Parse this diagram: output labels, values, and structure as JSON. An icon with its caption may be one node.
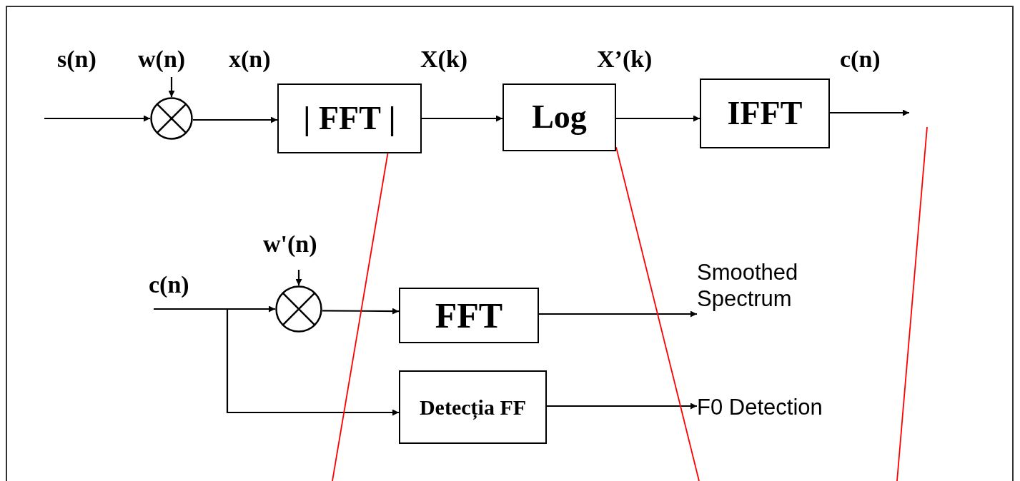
{
  "diagram": {
    "nodes": [
      {
        "text": [],
        "shape": "circle"
      },
      {
        "text": [
          "| FFT |"
        ]
      },
      {
        "text": [
          "Log"
        ]
      },
      {
        "text": [
          "IFFT"
        ]
      },
      {
        "text": [],
        "shape": "circle"
      },
      {
        "text": [
          "FFT"
        ]
      },
      {
        "text": [
          "Detecția FF"
        ]
      },
      {
        "text": [
          "Smoothed Spectrum"
        ]
      },
      {
        "text": [
          "F0 Detection"
        ]
      }
    ],
    "edges": [
      {
        "from": null,
        "to": 0,
        "arrow": "to",
        "label": "s(n)"
      },
      {
        "from": null,
        "to": 0,
        "arrow": "to",
        "label": "w(n)"
      },
      {
        "from": 0,
        "to": 1,
        "arrow": "to",
        "label": "x(n)"
      },
      {
        "from": 1,
        "to": 2,
        "arrow": "to",
        "label": "X(k)"
      },
      {
        "from": 2,
        "to": 3,
        "arrow": "to",
        "label": "X’(k)"
      },
      {
        "from": 3,
        "to": null,
        "arrow": "to",
        "label": "c(n)"
      },
      {
        "from": null,
        "to": 4,
        "arrow": "to",
        "label": "w'(n)"
      },
      {
        "from": null,
        "to": 4,
        "arrow": "to",
        "label": "c(n)"
      },
      {
        "from": null,
        "to": 6,
        "arrow": "to"
      },
      {
        "from": 4,
        "to": 5,
        "arrow": "to"
      },
      {
        "from": 5,
        "to": 7,
        "arrow": "to"
      },
      {
        "from": 6,
        "to": 8,
        "arrow": "to"
      },
      {
        "from": 1,
        "to": null,
        "arrow": "none",
        "color": "#ff0000"
      },
      {
        "from": 2,
        "to": null,
        "arrow": "none",
        "color": "#ff0000"
      }
    ]
  }
}
